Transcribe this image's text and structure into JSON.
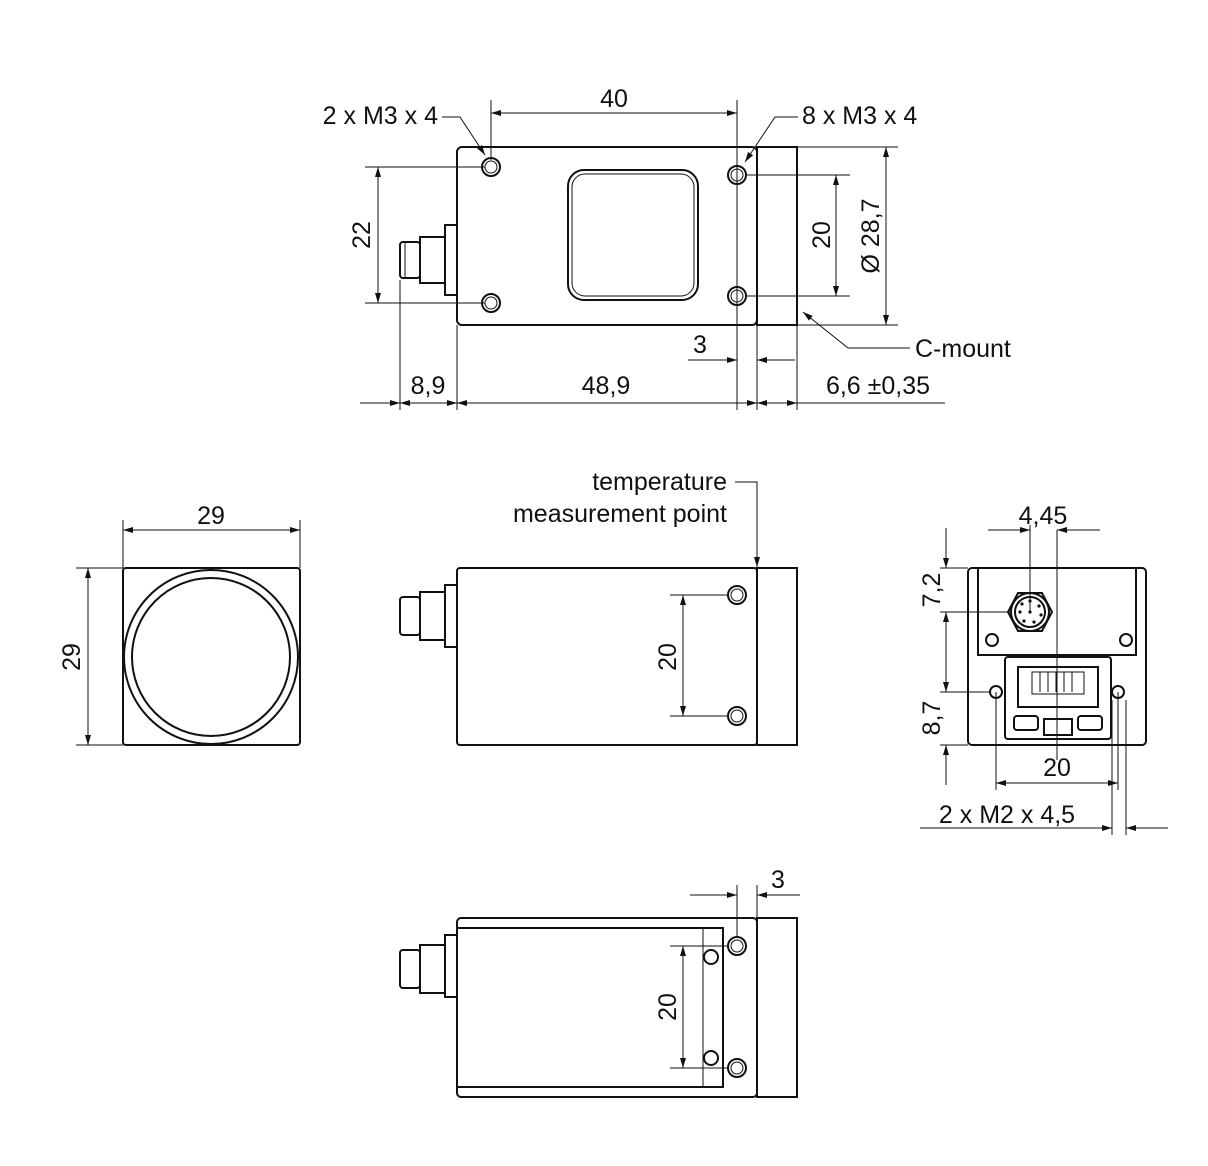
{
  "top_view": {
    "dim_width_label": "40",
    "callout_left": "2 x M3 x 4",
    "callout_right": "8 x M3 x 4",
    "dim_hole_spacing_left": "22",
    "dim_hole_spacing_right": "20",
    "dim_flange_diameter": "Ø 28,7",
    "callout_cmount": "C-mount",
    "dim_offset": "3",
    "dim_connector": "8,9",
    "dim_body_length": "48,9",
    "dim_flange_length": "6,6 ±0,35"
  },
  "front_view": {
    "dim_width": "29",
    "dim_height": "29"
  },
  "side_view": {
    "callout_temp_line1": "temperature",
    "callout_temp_line2": "measurement point",
    "dim_hole_spacing": "20"
  },
  "back_view": {
    "dim_connector_offset": "4,45",
    "dim_connector_height": "7,2",
    "dim_rj45_height": "8,7",
    "dim_hole_spacing": "20",
    "callout_holes": "2 x M2 x 4,5"
  },
  "bottom_view": {
    "dim_offset": "3",
    "dim_hole_spacing": "20"
  }
}
